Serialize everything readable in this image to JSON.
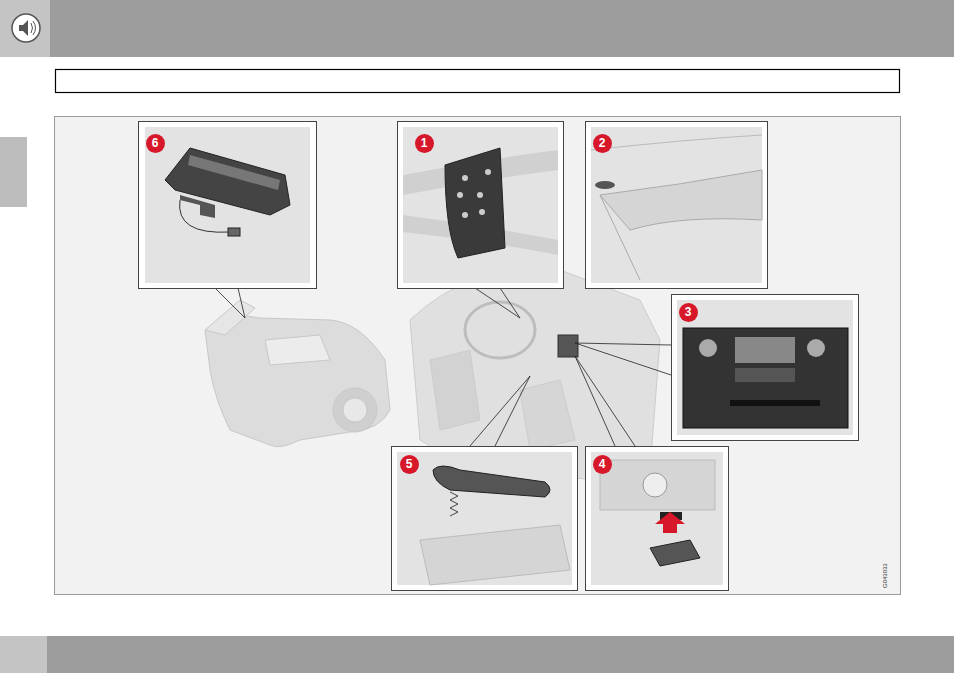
{
  "diagram": {
    "nodes": [
      {
        "text": [
          "6"
        ]
      },
      {
        "text": [
          "1"
        ]
      },
      {
        "text": [
          "2"
        ]
      },
      {
        "text": [
          "3"
        ]
      },
      {
        "text": [
          "5"
        ]
      },
      {
        "text": [
          "4"
        ]
      }
    ],
    "labels": [
      "G043033"
    ]
  }
}
